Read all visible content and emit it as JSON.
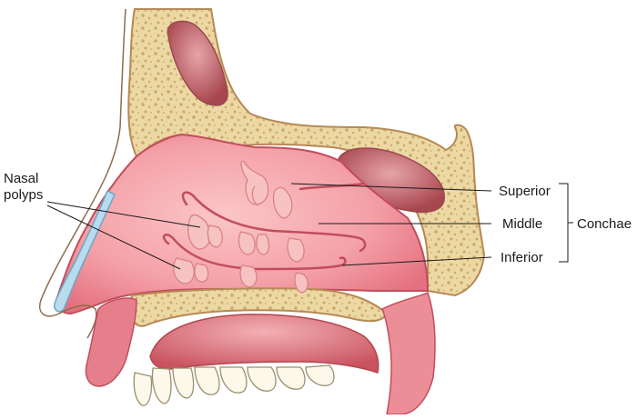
{
  "labels": {
    "polyps_line1": "Nasal",
    "polyps_line2": "polyps",
    "superior": "Superior",
    "middle": "Middle",
    "inferior": "Inferior",
    "conchae": "Conchae"
  },
  "colors": {
    "bone": "#ecd8a3",
    "bone_outline": "#b58a55",
    "bone_dots": "#c9a86b",
    "cavity": "#f4a1a8",
    "cavity_dark": "#e4707f",
    "mucosa": "#d65866",
    "polyp": "#f7c3c2",
    "polyp_shade": "#d98182",
    "sinus": "#b2545d",
    "cartilage": "#b8dcee",
    "teeth": "#fcf8ea",
    "leader": "#1a1a1a"
  }
}
